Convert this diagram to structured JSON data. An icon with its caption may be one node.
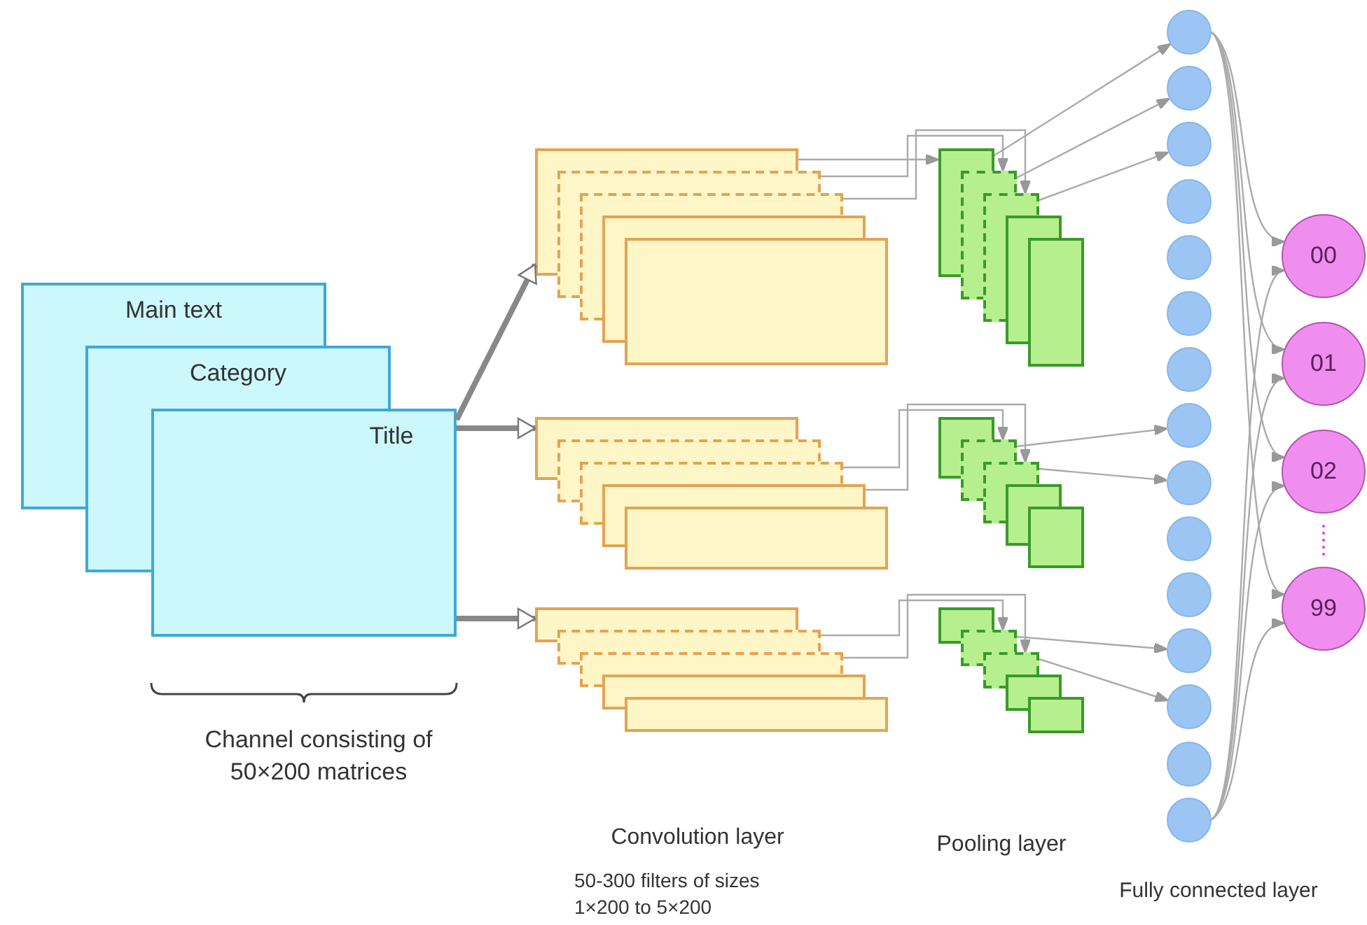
{
  "diagram": {
    "nodes": [
      {
        "text": [
          "Main text"
        ]
      },
      {
        "text": [
          "Category"
        ]
      },
      {
        "text": [
          "Title"
        ]
      },
      {
        "text": [],
        "shape": "box"
      },
      {
        "text": [],
        "shape": "box"
      },
      {
        "text": [],
        "shape": "box"
      },
      {
        "text": [],
        "shape": "box"
      },
      {
        "text": [],
        "shape": "box"
      },
      {
        "text": [],
        "shape": "box"
      },
      {
        "text": [],
        "shape": "box"
      },
      {
        "text": [],
        "shape": "box"
      },
      {
        "text": [],
        "shape": "box"
      },
      {
        "text": [],
        "shape": "box"
      },
      {
        "text": [],
        "shape": "box"
      },
      {
        "text": [],
        "shape": "box"
      },
      {
        "text": [],
        "shape": "box"
      },
      {
        "text": [],
        "shape": "box"
      },
      {
        "text": [],
        "shape": "box"
      },
      {
        "text": [],
        "shape": "box"
      },
      {
        "text": [],
        "shape": "box"
      },
      {
        "text": [],
        "shape": "box"
      },
      {
        "text": [],
        "shape": "box"
      },
      {
        "text": [],
        "shape": "box"
      },
      {
        "text": [],
        "shape": "box"
      },
      {
        "text": [],
        "shape": "box"
      },
      {
        "text": [],
        "shape": "box"
      },
      {
        "text": [],
        "shape": "box"
      },
      {
        "text": [],
        "shape": "box"
      },
      {
        "text": [],
        "shape": "box"
      },
      {
        "text": [],
        "shape": "box"
      },
      {
        "text": [],
        "shape": "box"
      },
      {
        "text": [],
        "shape": "box"
      },
      {
        "text": [],
        "shape": "box"
      },
      {
        "text": [],
        "shape": "circle"
      },
      {
        "text": [],
        "shape": "circle"
      },
      {
        "text": [],
        "shape": "circle"
      },
      {
        "text": [],
        "shape": "circle"
      },
      {
        "text": [],
        "shape": "circle"
      },
      {
        "text": [],
        "shape": "circle"
      },
      {
        "text": [],
        "shape": "circle"
      },
      {
        "text": [],
        "shape": "circle"
      },
      {
        "text": [],
        "shape": "circle"
      },
      {
        "text": [],
        "shape": "circle"
      },
      {
        "text": [],
        "shape": "circle"
      },
      {
        "text": [],
        "shape": "circle"
      },
      {
        "text": [],
        "shape": "circle"
      },
      {
        "text": [],
        "shape": "circle"
      },
      {
        "text": [],
        "shape": "circle"
      },
      {
        "text": [
          "00"
        ]
      },
      {
        "text": [
          "01"
        ]
      },
      {
        "text": [
          "02"
        ]
      },
      {
        "text": [
          "99"
        ]
      }
    ],
    "edges": [
      {
        "from": 2,
        "to": 3,
        "arrow": "to",
        "style": "thick"
      },
      {
        "from": 2,
        "to": 8,
        "arrow": "to",
        "style": "thick"
      },
      {
        "from": 2,
        "to": 13,
        "arrow": "to",
        "style": "thick"
      },
      {
        "from": 3,
        "to": 18,
        "arrow": "to"
      },
      {
        "from": 4,
        "to": 19,
        "arrow": "to"
      },
      {
        "from": 5,
        "to": 20,
        "arrow": "to"
      },
      {
        "from": 10,
        "to": 24,
        "arrow": "to"
      },
      {
        "from": 11,
        "to": 25,
        "arrow": "to"
      },
      {
        "from": 14,
        "to": 29,
        "arrow": "to"
      },
      {
        "from": 15,
        "to": 30,
        "arrow": "to"
      },
      {
        "from": 18,
        "to": 33,
        "arrow": "to"
      },
      {
        "from": 19,
        "to": 34,
        "arrow": "to"
      },
      {
        "from": 20,
        "to": 35,
        "arrow": "to"
      },
      {
        "from": 24,
        "to": 40,
        "arrow": "to"
      },
      {
        "from": 25,
        "to": 41,
        "arrow": "to"
      },
      {
        "from": 29,
        "to": 44,
        "arrow": "to"
      },
      {
        "from": 30,
        "to": 45,
        "arrow": "to"
      },
      {
        "from": 33,
        "to": 48,
        "arrow": "to"
      },
      {
        "from": 33,
        "to": 49,
        "arrow": "to"
      },
      {
        "from": 33,
        "to": 50,
        "arrow": "to"
      },
      {
        "from": 33,
        "to": 51,
        "arrow": "to"
      },
      {
        "from": 47,
        "to": 48,
        "arrow": "to"
      },
      {
        "from": 47,
        "to": 49,
        "arrow": "to"
      },
      {
        "from": 47,
        "to": 50,
        "arrow": "to"
      },
      {
        "from": 47,
        "to": 51,
        "arrow": "to"
      }
    ],
    "labels": [
      "Channel consisting of 50×200 matrices",
      "Convolution layer",
      "Pooling layer",
      "50-300 filters of sizes 1×200 to 5×200",
      "Fully connected layer"
    ]
  }
}
